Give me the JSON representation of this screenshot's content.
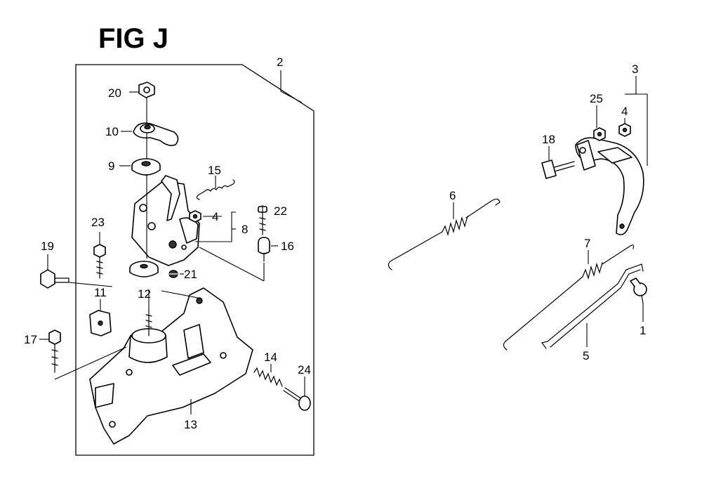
{
  "figure": {
    "title": "FIG J",
    "callouts": [
      {
        "id": "c20",
        "label": "20"
      },
      {
        "id": "c10",
        "label": "10"
      },
      {
        "id": "c9",
        "label": "9"
      },
      {
        "id": "c15",
        "label": "15"
      },
      {
        "id": "c4a",
        "label": "4"
      },
      {
        "id": "c22",
        "label": "22"
      },
      {
        "id": "c8",
        "label": "8"
      },
      {
        "id": "c16",
        "label": "16"
      },
      {
        "id": "c23",
        "label": "23"
      },
      {
        "id": "c19",
        "label": "19"
      },
      {
        "id": "c21",
        "label": "21"
      },
      {
        "id": "c12",
        "label": "12"
      },
      {
        "id": "c11",
        "label": "11"
      },
      {
        "id": "c17",
        "label": "17"
      },
      {
        "id": "c14",
        "label": "14"
      },
      {
        "id": "c24",
        "label": "24"
      },
      {
        "id": "c13",
        "label": "13"
      },
      {
        "id": "c2",
        "label": "2"
      },
      {
        "id": "c6",
        "label": "6"
      },
      {
        "id": "c3",
        "label": "3"
      },
      {
        "id": "c25",
        "label": "25"
      },
      {
        "id": "c4b",
        "label": "4"
      },
      {
        "id": "c18",
        "label": "18"
      },
      {
        "id": "c7",
        "label": "7"
      },
      {
        "id": "c1",
        "label": "1"
      },
      {
        "id": "c5",
        "label": "5"
      }
    ]
  }
}
